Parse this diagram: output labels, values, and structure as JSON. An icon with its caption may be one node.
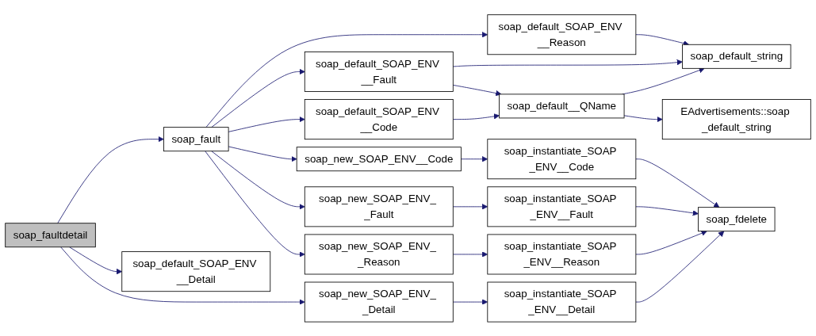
{
  "diagram": {
    "nodes": [
      {
        "text": [
          "soap_faultdetail"
        ]
      },
      {
        "text": [
          "soap_fault"
        ]
      },
      {
        "text": [
          "soap_default_SOAP_ENV __Detail"
        ]
      },
      {
        "text": [
          "soap_new_SOAP_ENV_ _Detail"
        ]
      },
      {
        "text": [
          "soap_default_SOAP_ENV __Reason"
        ]
      },
      {
        "text": [
          "soap_default_SOAP_ENV __Fault"
        ]
      },
      {
        "text": [
          "soap_default_SOAP_ENV __Code"
        ]
      },
      {
        "text": [
          "soap_new_SOAP_ENV__Code"
        ]
      },
      {
        "text": [
          "soap_new_SOAP_ENV_ _Fault"
        ]
      },
      {
        "text": [
          "soap_new_SOAP_ENV_ _Reason"
        ]
      },
      {
        "text": [
          "soap_default__QName"
        ]
      },
      {
        "text": [
          "soap_instantiate_SOAP _ENV__Code"
        ]
      },
      {
        "text": [
          "soap_instantiate_SOAP _ENV__Fault"
        ]
      },
      {
        "text": [
          "soap_instantiate_SOAP _ENV__Reason"
        ]
      },
      {
        "text": [
          "soap_instantiate_SOAP _ENV__Detail"
        ]
      },
      {
        "text": [
          "soap_default_string"
        ]
      },
      {
        "text": [
          "EAdvertisements::soap _default_string"
        ]
      },
      {
        "text": [
          "soap_fdelete"
        ]
      }
    ],
    "edges": [
      {
        "from": 0,
        "to": 1,
        "arrow": "to"
      },
      {
        "from": 0,
        "to": 2,
        "arrow": "to"
      },
      {
        "from": 0,
        "to": 3,
        "arrow": "to"
      },
      {
        "from": 1,
        "to": 4,
        "arrow": "to"
      },
      {
        "from": 1,
        "to": 5,
        "arrow": "to"
      },
      {
        "from": 1,
        "to": 6,
        "arrow": "to"
      },
      {
        "from": 1,
        "to": 7,
        "arrow": "to"
      },
      {
        "from": 1,
        "to": 8,
        "arrow": "to"
      },
      {
        "from": 1,
        "to": 9,
        "arrow": "to"
      },
      {
        "from": 3,
        "to": 14,
        "arrow": "to"
      },
      {
        "from": 4,
        "to": 15,
        "arrow": "to"
      },
      {
        "from": 5,
        "to": 15,
        "arrow": "to"
      },
      {
        "from": 5,
        "to": 10,
        "arrow": "to"
      },
      {
        "from": 6,
        "to": 10,
        "arrow": "to"
      },
      {
        "from": 10,
        "to": 15,
        "arrow": "to"
      },
      {
        "from": 10,
        "to": 16,
        "arrow": "to"
      },
      {
        "from": 7,
        "to": 11,
        "arrow": "to"
      },
      {
        "from": 8,
        "to": 12,
        "arrow": "to"
      },
      {
        "from": 9,
        "to": 13,
        "arrow": "to"
      },
      {
        "from": 11,
        "to": 17,
        "arrow": "to"
      },
      {
        "from": 12,
        "to": 17,
        "arrow": "to"
      },
      {
        "from": 13,
        "to": 17,
        "arrow": "to"
      },
      {
        "from": 14,
        "to": 17,
        "arrow": "to"
      }
    ]
  }
}
